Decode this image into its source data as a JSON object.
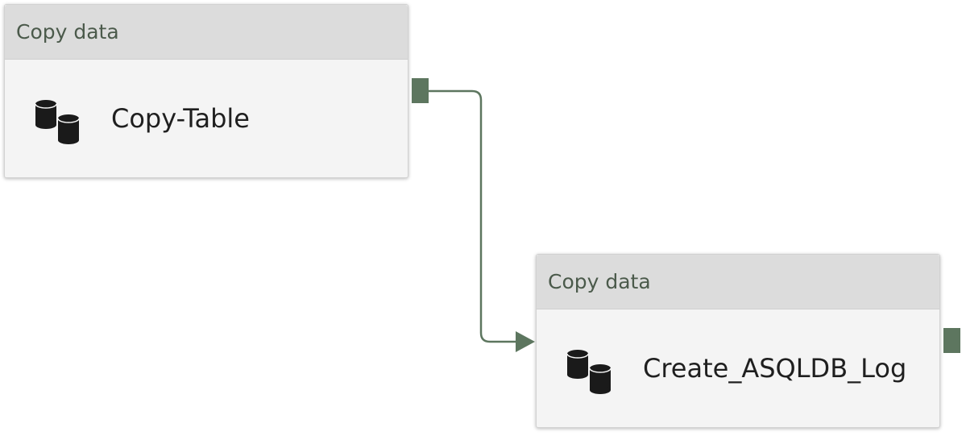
{
  "activities": [
    {
      "type_label": "Copy data",
      "name": "Copy-Table",
      "icon": "database-icon"
    },
    {
      "type_label": "Copy data",
      "name": "Create_ASQLDB_Log",
      "icon": "database-icon"
    }
  ],
  "colors": {
    "connector": "#5d765f",
    "header_bg": "#dcdcdc",
    "card_bg": "#f4f4f4",
    "header_text": "#4b5a4b"
  }
}
